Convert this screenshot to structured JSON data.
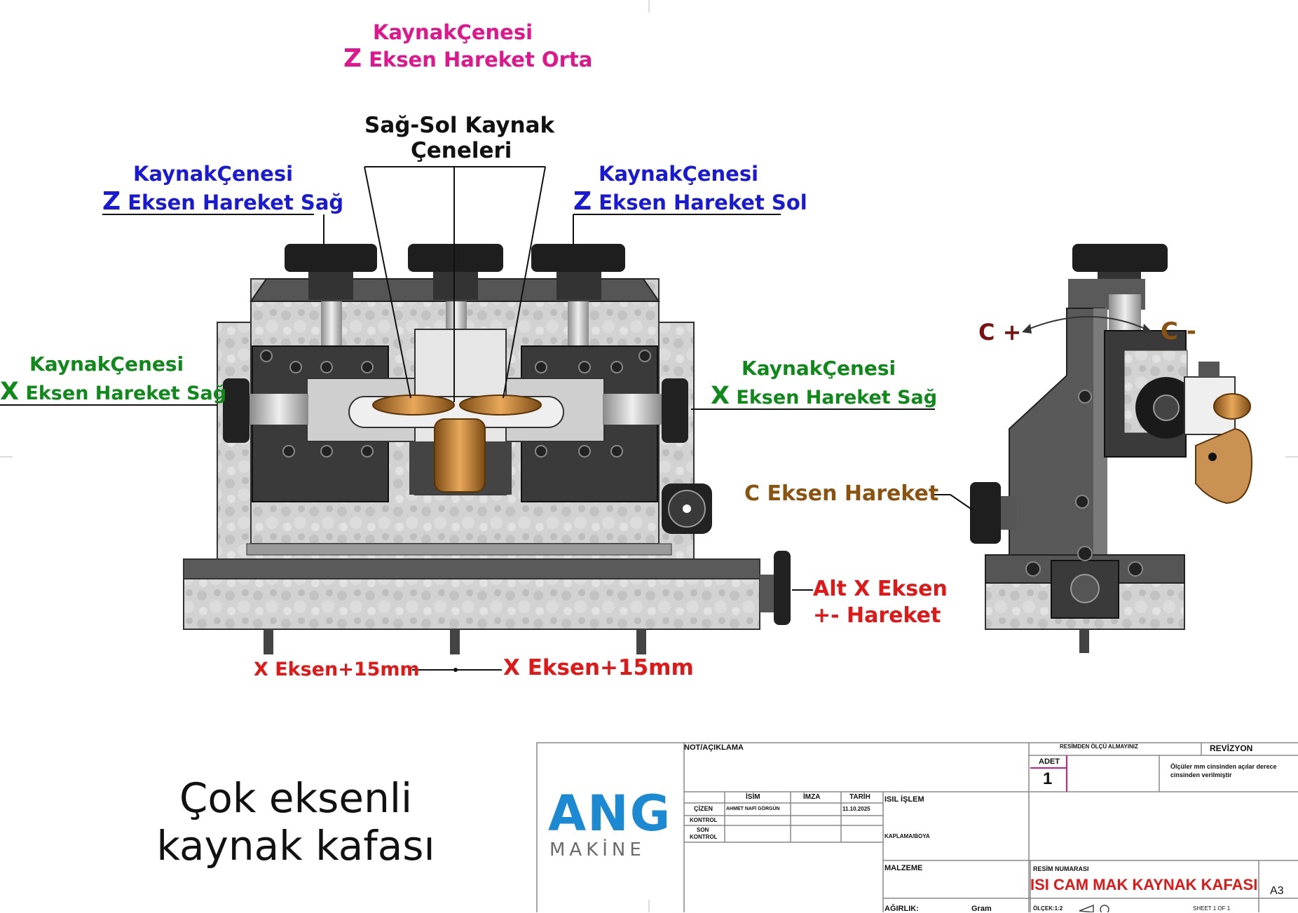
{
  "callouts": {
    "middle_jaw_line1": "KaynakÇenesi",
    "middle_jaw_axis": "Z",
    "middle_jaw_line2": "Eksen Hareket Orta",
    "jaws_title_line1": "Sağ-Sol Kaynak",
    "jaws_title_line2": "Çeneleri",
    "z_right_line1": "KaynakÇenesi",
    "z_right_axis": "Z",
    "z_right_line2": "Eksen Hareket Sağ",
    "z_left_line1": "KaynakÇenesi",
    "z_left_axis": "Z",
    "z_left_line2": "Eksen Hareket Sol",
    "x_left_line1": "KaynakÇenesi",
    "x_left_axis": "X",
    "x_left_line2": "Eksen Hareket Sağ",
    "x_right_line1": "KaynakÇenesi",
    "x_right_axis": "X",
    "x_right_line2": "Eksen Hareket Sağ",
    "c_plus": "C +",
    "c_minus": "C -",
    "c_axis": "C Eksen Hareket",
    "bottom_x_line1": "Alt X Eksen",
    "bottom_x_line2": "+- Hareket",
    "x_travel_left": "X Eksen+15mm",
    "x_travel_right": "X Eksen+15mm"
  },
  "title": {
    "line1": "Çok eksenli",
    "line2": "kaynak kafası"
  },
  "logo": {
    "text": "ANG",
    "subtext": "MAKİNE"
  },
  "title_block": {
    "notes_label": "NOT/AÇIKLAMA",
    "no_scale_label": "RESİMDEN ÖLÇÜ ALMAYINIZ",
    "revision_label": "REVİZYON",
    "quantity_label": "ADET",
    "quantity_value": "1",
    "units_note_line1": "Ölçüler mm cinsinden açılar derece",
    "units_note_line2": "cinsinden verilmiştir",
    "col_name": "İSİM",
    "col_signature": "İMZA",
    "col_date": "TARİH",
    "row_drawn": "ÇİZEN",
    "row_check": "KONTROL",
    "row_final_line1": "SON",
    "row_final_line2": "KONTROL",
    "drawn_name": "AHMET NAFİ GÖRGÜN",
    "drawn_date": "11.10.2025",
    "heat_treatment_label": "ISIL İŞLEM",
    "coating_label": "KAPLAMA/BOYA",
    "material_label": "MALZEME",
    "drawing_number_label": "RESİM NUMARASI",
    "drawing_number": "ISI CAM MAK KAYNAK KAFASI",
    "sheet_size": "A3",
    "weight_label": "AĞIRLIK:",
    "weight_unit": "Gram",
    "scale_label": "ÖLÇEK:1:2",
    "sheet_label": "SHEET 1 OF 1"
  },
  "colors": {
    "blue": "#1a1ad6",
    "magenta": "#e0168c",
    "green": "#0f8a1a",
    "red": "#e01818",
    "brown": "#8a5410",
    "maroon": "#7a1010",
    "logo_blue": "#1c8ad2",
    "logo_gray": "#6b6b6b"
  }
}
